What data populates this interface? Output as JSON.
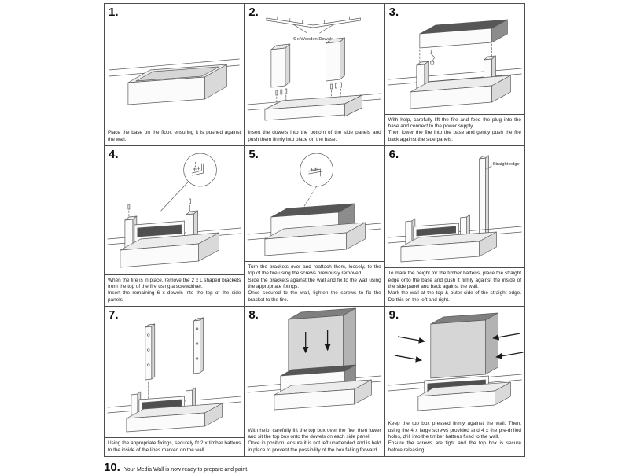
{
  "palette": {
    "line": "#5a5a5a",
    "fire_dark": "#4f4f4f",
    "box_gray": "#d6d6d6",
    "border": "#4d4d4d"
  },
  "steps": [
    {
      "number": "1.",
      "caption": "Place the base on the floor, ensuring it is pushed against the wall."
    },
    {
      "number": "2.",
      "label": "6 x Wooden Dowels",
      "caption": "Insert the dowels into the bottom of the side panels and push them firmly into place on the base."
    },
    {
      "number": "3.",
      "caption": "With help, carefully lift the fire and feed the plug into the base and connect to the power supply.\nThen lower the fire into the base and gently push the fire back against the side panels."
    },
    {
      "number": "4.",
      "caption": "When the fire is in place, remove the 2 x L shaped brackets from the top of the fire using a screwdriver.\nInsert the remaining 6 x dowels into the top of the side panels"
    },
    {
      "number": "5.",
      "caption": "Turn the brackets over and reattach them, loosely, to the top of the fire using the screws previously removed.\nSlide the brackets against the wall and fix to the wall using the appropriate fixings.\nOnce secured to the wall, tighten the screws to fix the bracket to the fire."
    },
    {
      "number": "6.",
      "label": "Straight edge",
      "caption": "To mark the height for the timber battens, place the straight edge onto the base and push it firmly against the inside of the side panel and back against the wall.\nMark the wall at the top & outer side of the straight edge. Do this on the left and right."
    },
    {
      "number": "7.",
      "caption": "Using the appropriate fixings, securely fit 2 x timber battens to the inside of the lines marked on the wall."
    },
    {
      "number": "8.",
      "caption": "With help, carefully lift the top box over the fire, then lower and sit the top box onto the dowels on each side panel.\nOnce in position, ensure it is not left unattended and is held in place to prevent the possibility of the box falling forward."
    },
    {
      "number": "9.",
      "caption": "Keep the top box pressed firmly against the wall. Then, using the 4 x large screws provided and 4 x the pre-drilled holes, drill into the timber battens fixed to the wall.\nEnsure the screws are tight and the top box is secure before releasing."
    }
  ],
  "final_step": {
    "number": "10.",
    "text": "Your Media Wall is now ready to prepare and paint."
  }
}
